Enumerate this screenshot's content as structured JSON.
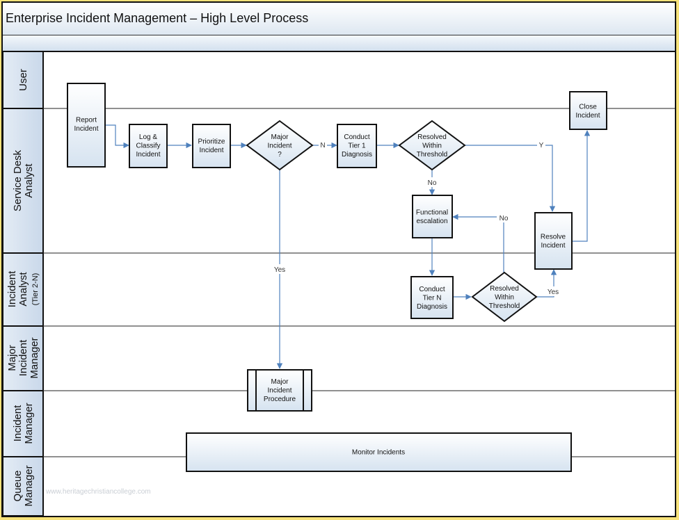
{
  "title": "Enterprise Incident Management – High Level Process",
  "lanes": [
    {
      "label": [
        "User"
      ]
    },
    {
      "label": [
        "Service Desk",
        "Analyst"
      ]
    },
    {
      "label": [
        "Incident",
        "Analyst",
        "(Tier 2-N)"
      ]
    },
    {
      "label": [
        "Major",
        "Incident",
        "Manager"
      ]
    },
    {
      "label": [
        "Incident",
        "Manager"
      ]
    },
    {
      "label": [
        "Queue",
        "Manager"
      ]
    }
  ],
  "nodes": {
    "report_incident": [
      "Report",
      "Incident"
    ],
    "log_classify": [
      "Log &",
      "Classify",
      "Incident"
    ],
    "prioritize": [
      "Prioritize",
      "Incident"
    ],
    "major_incident_decision": [
      "Major",
      "Incident",
      "?"
    ],
    "conduct_tier1": [
      "Conduct",
      "Tier 1",
      "Diagnosis"
    ],
    "resolved_threshold_1": [
      "Resolved",
      "Within",
      "Threshold"
    ],
    "close_incident": [
      "Close",
      "Incident"
    ],
    "functional_escalation": [
      "Functional",
      "escalation"
    ],
    "resolve_incident": [
      "Resolve",
      "Incident"
    ],
    "conduct_tierN": [
      "Conduct",
      "Tier N",
      "Diagnosis"
    ],
    "resolved_threshold_2": [
      "Resolved",
      "Within",
      "Threshold"
    ],
    "major_incident_procedure": [
      "Major",
      "Incident",
      "Procedure"
    ],
    "monitor_incidents": [
      "Monitor Incidents"
    ]
  },
  "edge_labels": {
    "major_no": "N",
    "major_yes": "Yes",
    "threshold1_yes": "Y",
    "threshold1_no": "No",
    "threshold2_no": "No",
    "threshold2_yes": "Yes"
  },
  "colors": {
    "box_fill_top": "#ffffff",
    "box_fill_bottom": "#d6e3f0",
    "connector": "#4f81bd",
    "border": "#111111",
    "outer": "#f6e27a"
  }
}
